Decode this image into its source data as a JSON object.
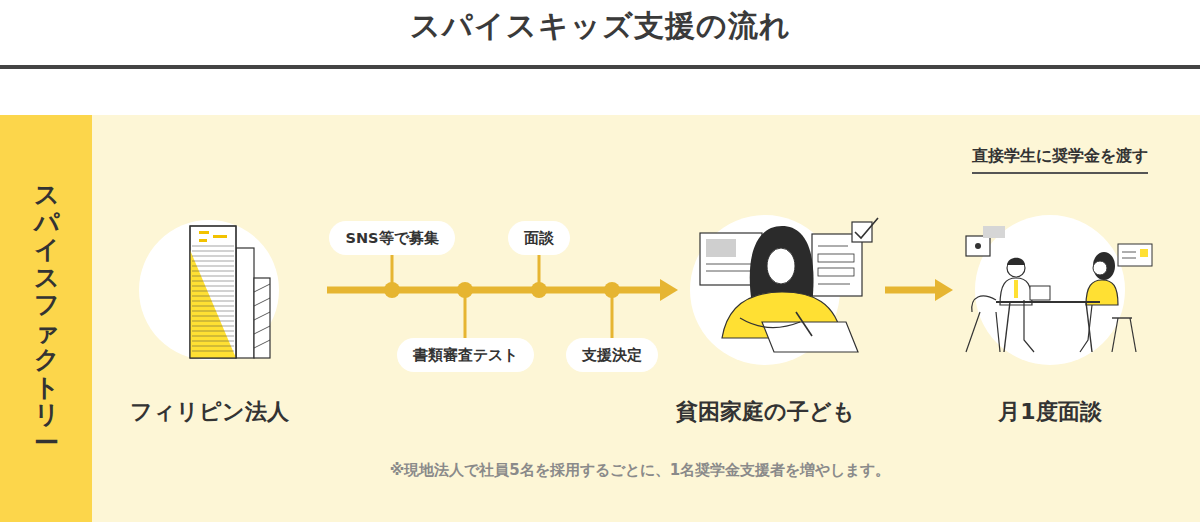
{
  "diagram": {
    "title": "スパイスキッズ支援の流れ",
    "nodes": [
      {
        "text": [
          "スパイスファクトリー"
        ]
      },
      {
        "text": [
          "フィリピン法人"
        ]
      },
      {
        "text": [
          "SNS等で募集"
        ]
      },
      {
        "text": [
          "書類審査テスト"
        ]
      },
      {
        "text": [
          "面談"
        ]
      },
      {
        "text": [
          "支援決定"
        ]
      },
      {
        "text": [
          "貧困家庭の子ども"
        ]
      },
      {
        "text": [
          "月1度面談"
        ]
      }
    ],
    "edges": [
      {
        "from": 1,
        "to": 6,
        "arrow": "to"
      },
      {
        "from": 6,
        "to": 7,
        "arrow": "to"
      }
    ],
    "labels": [
      "直接学生に奨学金を渡す",
      "※現地法人で社員5名を採用するごとに、1名奨学金支援者を増やします。"
    ]
  }
}
